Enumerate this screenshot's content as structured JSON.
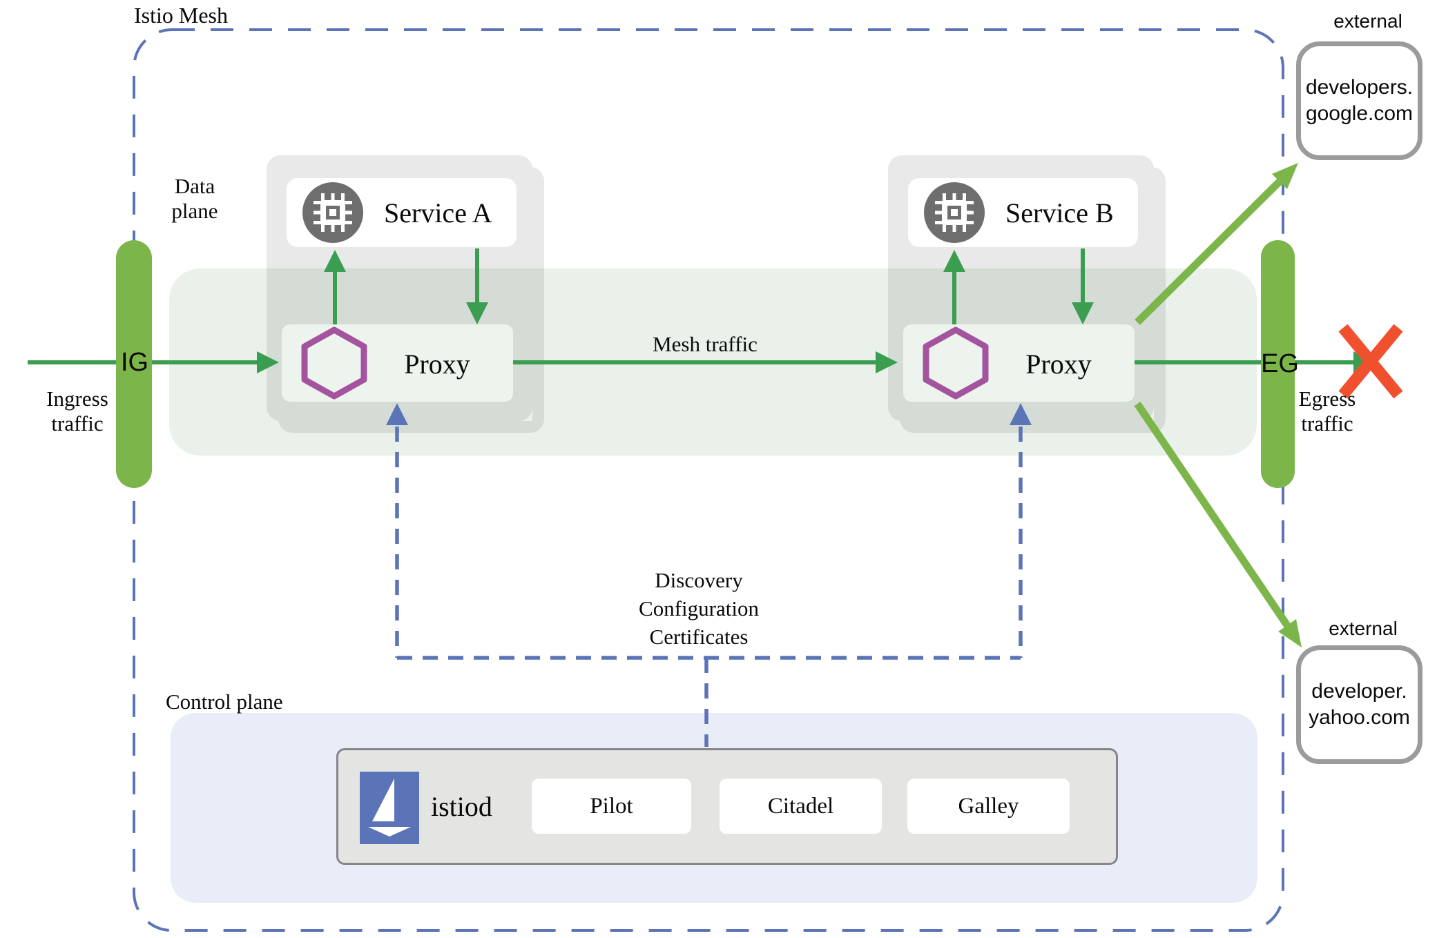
{
  "title": "Istio Mesh",
  "labels": {
    "data_plane": "Data\nplane",
    "control_plane": "Control plane",
    "mesh_traffic": "Mesh traffic",
    "ingress_traffic": "Ingress\ntraffic",
    "egress_traffic": "Egress\ntraffic",
    "ingress_gateway": "IG",
    "egress_gateway": "EG",
    "config": "Discovery\nConfiguration\nCertificates"
  },
  "services": [
    {
      "name": "Service A",
      "proxy_label": "Proxy"
    },
    {
      "name": "Service B",
      "proxy_label": "Proxy"
    }
  ],
  "control_plane": {
    "daemon": "istiod",
    "components": [
      "Pilot",
      "Citadel",
      "Galley"
    ]
  },
  "external_services": [
    {
      "tag": "external",
      "host": "developers.\ngoogle.com"
    },
    {
      "tag": "external",
      "host": "developer.\nyahoo.com"
    }
  ],
  "icons": {
    "service": "microchip-icon",
    "proxy": "hexagon-icon",
    "istiod": "istio-sailboat-icon",
    "blocked": "red-x-icon"
  },
  "colors": {
    "mesh_border_blue": "#5b74b8",
    "traffic_green": "#3a9d50",
    "gateway_green": "#7cb64a",
    "proxy_purple": "#a4549e",
    "blocked_red": "#f1502f",
    "service_icon_gray": "#6e6e6e",
    "data_plane_band": "#e9f1ea",
    "control_plane_panel": "#e9edf8"
  }
}
